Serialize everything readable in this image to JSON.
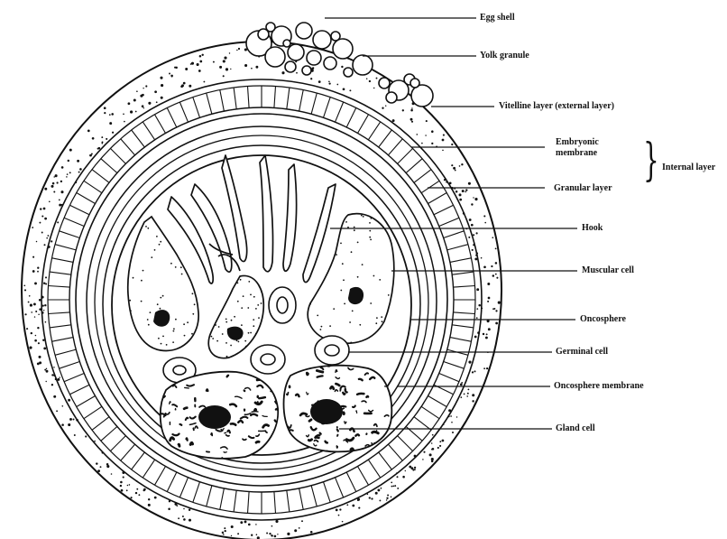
{
  "labels": {
    "egg_shell": "Egg shell",
    "yolk_granule": "Yolk granule",
    "vitelline_layer": "Vitelline layer (external layer)",
    "embryonic_membrane": "Embryonic membrane",
    "internal_layer": "Internal layer",
    "granular_layer": "Granular layer",
    "hook": "Hook",
    "muscular_cell": "Muscular cell",
    "oncosphere": "Oncosphere",
    "germinal_cell": "Germinal cell",
    "oncosphere_membrane": "Oncosphere membrane",
    "gland_cell": "Gland cell"
  },
  "colors": {
    "ink": "#111111",
    "background": "#ffffff"
  }
}
